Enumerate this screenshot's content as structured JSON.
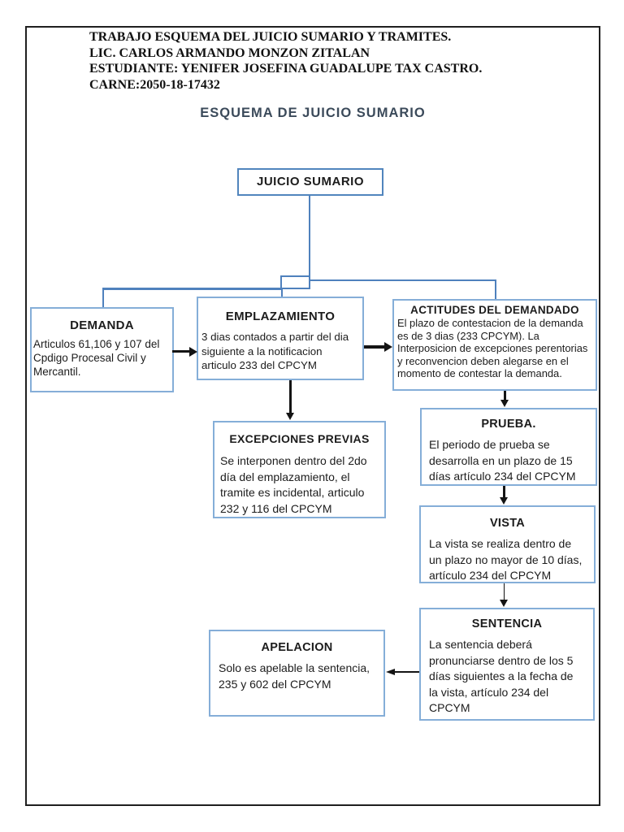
{
  "header": {
    "lines": [
      "TRABAJO ESQUEMA DEL JUICIO SUMARIO Y TRAMITES.",
      "LIC. CARLOS ARMANDO MONZON ZITALAN",
      "ESTUDIANTE: YENIFER JOSEFINA GUADALUPE TAX CASTRO.",
      "CARNE:2050-18-17432"
    ],
    "title": "ESQUEMA DE JUICIO SUMARIO"
  },
  "colors": {
    "box_border": "#85aed8",
    "root_border": "#5185bd",
    "connector": "#4f81bd",
    "title_color": "#3b4a5a",
    "arrow": "#141414",
    "frame_border": "#1f1f1f"
  },
  "diagram": {
    "root": {
      "title": "JUICIO SUMARIO"
    },
    "demanda": {
      "title": "DEMANDA",
      "body": "Articulos 61,106 y 107 del Cpdigo Procesal Civil y Mercantil."
    },
    "emplazamiento": {
      "title": "EMPLAZAMIENTO",
      "body": "3 dias contados a partir del dia siguiente a la notificacion articulo 233 del CPCYM"
    },
    "actitudes": {
      "title": "ACTITUDES DEL DEMANDADO",
      "body": "El plazo de contestacion de la demanda es de 3 dias (233 CPCYM). La Interposicion de excepciones perentorias y reconvencion deben alegarse en el momento de contestar la demanda."
    },
    "excepciones": {
      "title": "EXCEPCIONES PREVIAS",
      "body": "Se interponen dentro del 2do día del emplazamiento, el tramite es incidental, articulo 232 y 116 del CPCYM"
    },
    "prueba": {
      "title": "PRUEBA.",
      "body": "El periodo de prueba se desarrolla en un plazo de 15 días artículo 234 del CPCYM"
    },
    "vista": {
      "title": "VISTA",
      "body": "La vista se realiza dentro de un plazo no mayor de 10 días, artículo 234 del CPCYM"
    },
    "sentencia": {
      "title": "SENTENCIA",
      "body": "La sentencia deberá pronunciarse dentro de los 5 días siguientes a la fecha de la vista, artículo 234 del CPCYM"
    },
    "apelacion": {
      "title": "APELACION",
      "body": "Solo es apelable la sentencia, 235 y 602 del CPCYM"
    }
  }
}
